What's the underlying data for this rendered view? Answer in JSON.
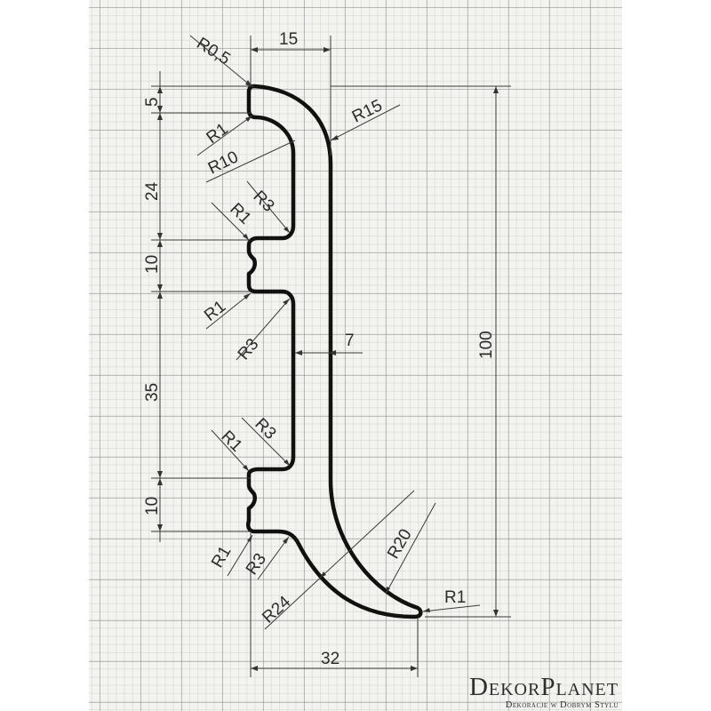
{
  "dimensions": {
    "top_width": "15",
    "heights": [
      "5",
      "24",
      "10",
      "35",
      "10"
    ],
    "total_height": "100",
    "bottom_width": "32",
    "wall_thickness": "7"
  },
  "radii": {
    "r05": "R0,5",
    "r15": "R15",
    "r10": "R10",
    "r1_top": "R1",
    "r3_top": "R3",
    "r1_upper_notch": "R1",
    "r1_mid": "R1",
    "r3_mid": "R3",
    "r1_lower": "R1",
    "r3_lower": "R3",
    "r1_bottom": "R1",
    "r3_bottom": "R3",
    "r24": "R24",
    "r20": "R20",
    "r1_tip": "R1"
  },
  "brand": {
    "name": "DekorPlanet",
    "tagline": "Dekoracje w Dobrym Stylu"
  }
}
